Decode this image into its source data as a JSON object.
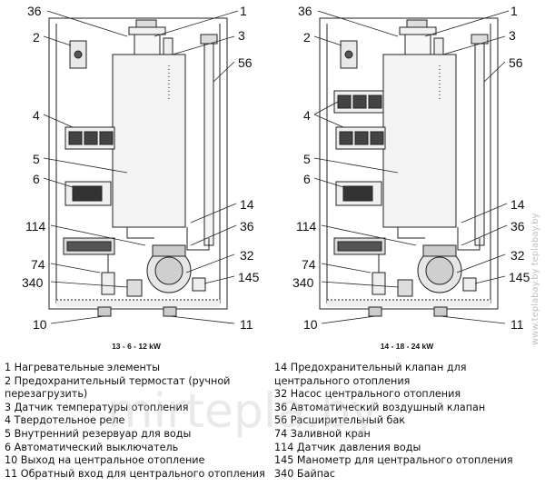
{
  "left_diagram": {
    "caption": "13 - 6 - 12 kW",
    "callouts": [
      "36",
      "1",
      "2",
      "3",
      "56",
      "4",
      "5",
      "6",
      "14",
      "114",
      "36",
      "74",
      "32",
      "340",
      "145",
      "10",
      "11"
    ]
  },
  "right_diagram": {
    "caption": "14 - 18 - 24 kW",
    "callouts": [
      "36",
      "1",
      "2",
      "3",
      "56",
      "4",
      "5",
      "6",
      "14",
      "114",
      "36",
      "74",
      "32",
      "340",
      "145",
      "10",
      "11"
    ]
  },
  "legend": {
    "left": [
      "1 Нагревательные элементы",
      "2 Предохранительный термостат (ручной перезагрузить)",
      "3 Датчик температуры отопления",
      "4 Твердотельное реле",
      "5 Внутренний резервуар для воды",
      "6 Автоматический выключатель",
      "10 Выход на центральное отопление",
      "11 Обратный вход для центрального отопления"
    ],
    "right": [
      "14 Предохранительный клапан для центрального отопления",
      "32 Насос центрального отопления",
      "36 Автоматический воздушный клапан",
      "56 Расширительный бак",
      "74 Заливной кран",
      "114 Датчик давления воды",
      "145 Манометр для центрального отопления",
      "340 Байпас"
    ]
  },
  "watermarks": {
    "main": "mirtepla.by",
    "side": "www.teplabay.by teplabay.by"
  }
}
